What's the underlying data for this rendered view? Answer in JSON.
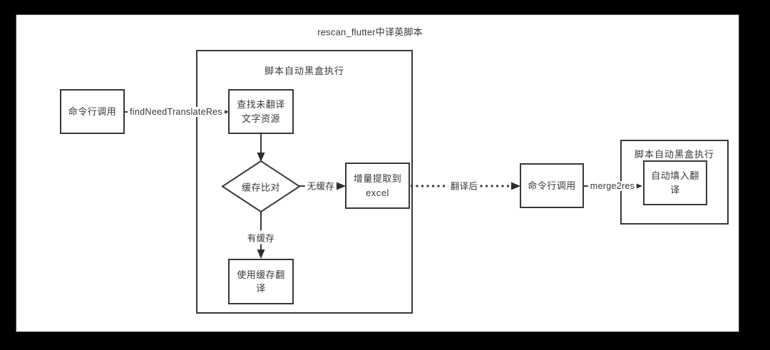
{
  "page": {
    "title": "rescan_flutter中译英脚本"
  },
  "containers": {
    "left": {
      "label": "脚本自动黑盒执行"
    },
    "right": {
      "label": "脚本自动黑盒执行"
    }
  },
  "nodes": {
    "cmd_left": {
      "label": "命令行调用"
    },
    "find_untranslated": {
      "label": "查找未翻译文字资源"
    },
    "cache_compare": {
      "label": "缓存比对"
    },
    "extract_excel": {
      "label": "增量提取到excel"
    },
    "use_cache": {
      "label": "使用缓存翻译"
    },
    "cmd_right": {
      "label": "命令行调用"
    },
    "auto_fill": {
      "label": "自动填入翻译"
    }
  },
  "edges": {
    "find_need_translate_res": {
      "label": "findNeedTranslateRes"
    },
    "no_cache": {
      "label": "无缓存"
    },
    "has_cache": {
      "label": "有缓存"
    },
    "after_translation": {
      "label": "翻译后"
    },
    "merge2res": {
      "label": "merge2res"
    }
  },
  "colors": {
    "line": "#3a3a3a",
    "text": "#383838",
    "canvas_background": "#ffffff",
    "frame": "#000000"
  }
}
